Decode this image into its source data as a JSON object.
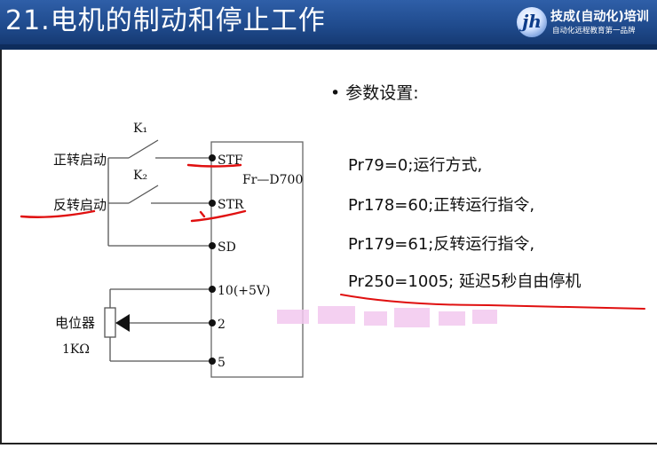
{
  "slide": {
    "title": "21.电机的制动和停止工作",
    "logo": {
      "badge": "jh",
      "name": "技成(自动化)培训",
      "slogan": "自动化远程教育第一品牌"
    }
  },
  "diagram": {
    "labels": {
      "k1": "K₁",
      "k2": "K₂",
      "forward_start": "正转启动",
      "reverse_start": "反转启动",
      "inverter_model": "Fr—D700",
      "potentiometer": "电位器",
      "resistance": "1KΩ"
    },
    "terminals": [
      "STF",
      "STR",
      "SD",
      "10(+5V)",
      "2",
      "5"
    ],
    "annotation_color": "#e01010"
  },
  "params": {
    "heading": "• 参数设置:",
    "lines": [
      "Pr79=0;运行方式,",
      "Pr178=60;正转运行指令,",
      "Pr179=61;反转运行指令,",
      "Pr250=1005; 延迟5秒自由停机"
    ]
  }
}
